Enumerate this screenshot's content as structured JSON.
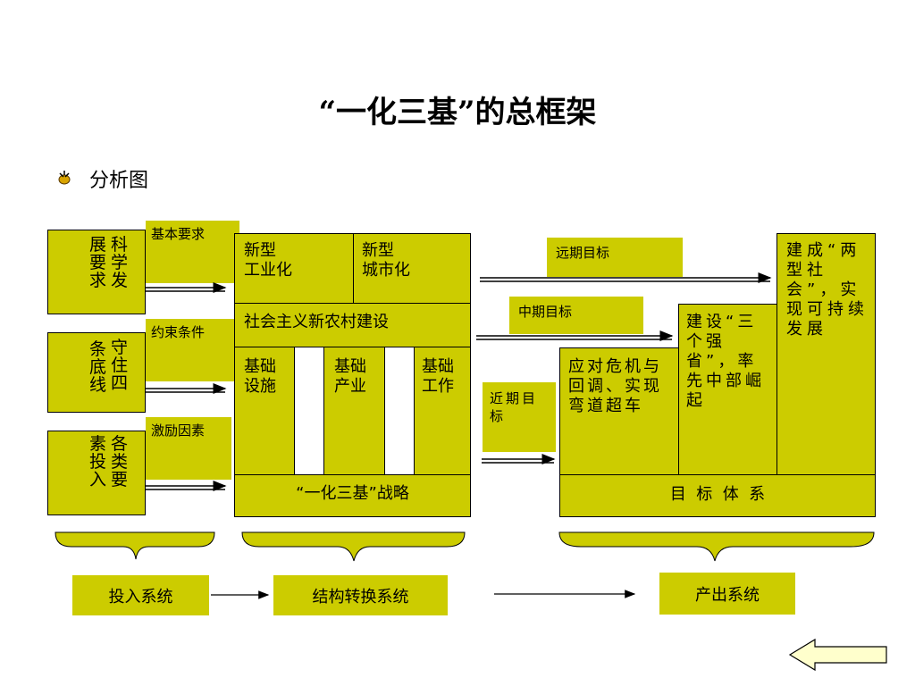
{
  "title": "“一化三基”的总框架",
  "subtitle": "分析图",
  "left_boxes": [
    {
      "col1": "展要求",
      "col2": "科学发",
      "tag": "基本要求"
    },
    {
      "col1": "条底线",
      "col2": "守住四",
      "tag": "约束条件"
    },
    {
      "col1": "素投入",
      "col2": "各类要",
      "tag": "激励因素"
    }
  ],
  "middle": {
    "new_industrial": "新型\n工业化",
    "new_urban": "新型\n城市化",
    "rural": "社会主义新农村建设",
    "infra": "基础\n设施",
    "industry": "基础\n产业",
    "work": "基础\n工作",
    "strategy": "“一化三基”战略"
  },
  "goal_tags": {
    "far": "远期目标",
    "mid": "中期目标",
    "near": "近期目标"
  },
  "right": {
    "near_goal": "应对危机与回调、实现弯道超车",
    "mid_goal": "建设“三个强省”，率先中部崛起",
    "far_goal": "建成“两型社会”，实现可持续发展",
    "system": "目  标  体  系"
  },
  "systems": {
    "input": "投入系统",
    "transform": "结构转换系统",
    "output": "产出系统"
  },
  "colors": {
    "box_fill": "#cccc00",
    "back_arrow_fill": "#ffffcc"
  }
}
